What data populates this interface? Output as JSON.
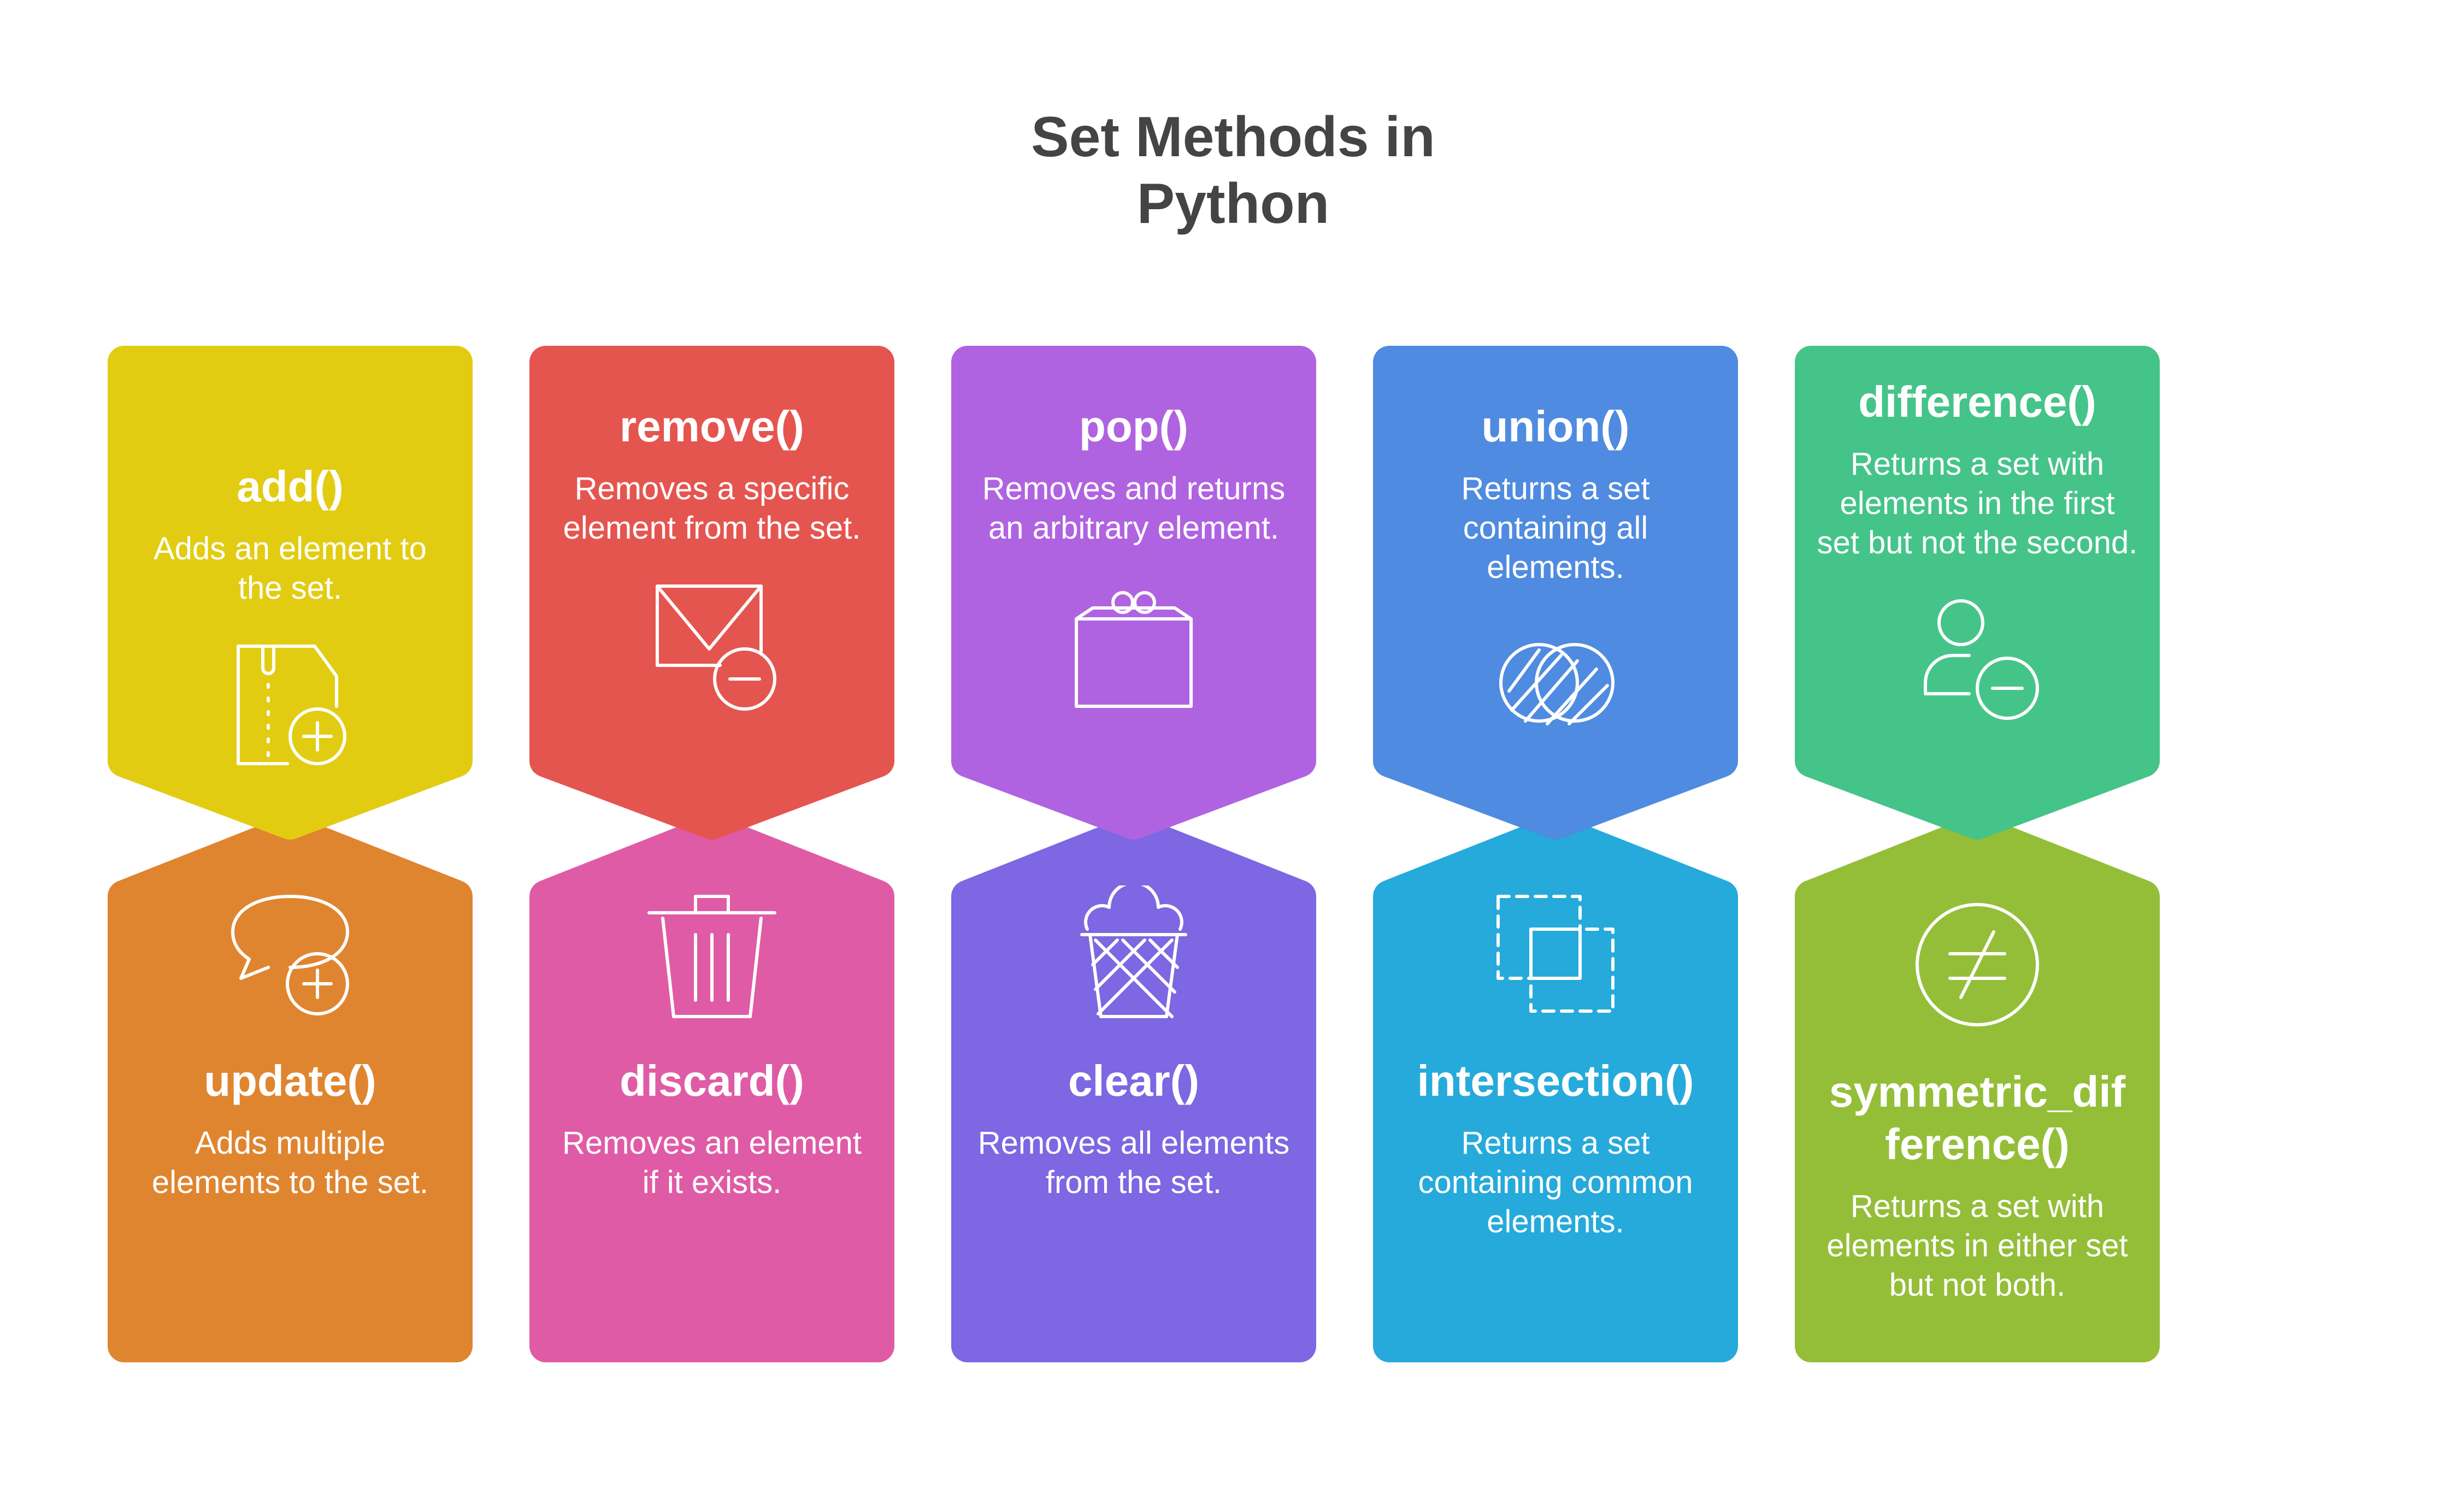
{
  "title_line1": "Set Methods in",
  "title_line2": "Python",
  "top_cards": [
    {
      "title": "add()",
      "description": "Adds an element to the set.",
      "icon": "zip-file-plus-icon",
      "color": "#E2CC12"
    },
    {
      "title": "remove()",
      "description": "Removes a specific element from the set.",
      "icon": "mail-minus-icon",
      "color": "#E5554F"
    },
    {
      "title": "pop()",
      "description": "Removes and returns an arbitrary element.",
      "icon": "gift-box-icon",
      "color": "#B063E0"
    },
    {
      "title": "union()",
      "description": "Returns a set containing all elements.",
      "icon": "overlapping-circles-icon",
      "color": "#4F8BE0"
    },
    {
      "title": "difference()",
      "description": "Returns a set with elements in the first set but not the second.",
      "icon": "user-minus-icon",
      "color": "#45C48A"
    }
  ],
  "bottom_cards": [
    {
      "title": "update()",
      "description": "Adds multiple elements to the set.",
      "icon": "chat-plus-icon",
      "color": "#E0852F"
    },
    {
      "title": "discard()",
      "description": "Removes an element if it exists.",
      "icon": "trash-icon",
      "color": "#E05BA5"
    },
    {
      "title": "clear()",
      "description": "Removes all elements from the set.",
      "icon": "waste-basket-icon",
      "color": "#7D67E2"
    },
    {
      "title": "intersection()",
      "description": "Returns a set containing common elements.",
      "icon": "overlapping-squares-icon",
      "color": "#25AADB"
    },
    {
      "title": "symmetric_difference()",
      "description": "Returns a set with elements in either set but not both.",
      "icon": "not-equal-icon",
      "color": "#94BE38"
    }
  ]
}
